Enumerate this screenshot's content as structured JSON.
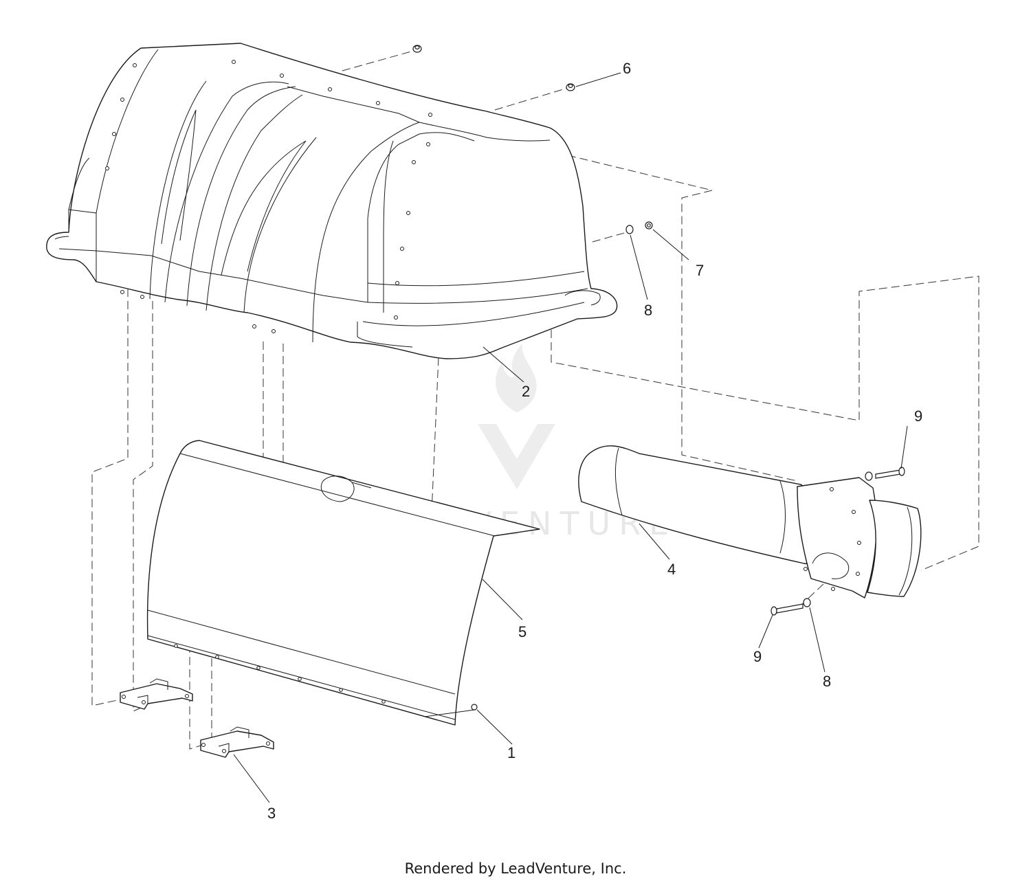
{
  "watermark": {
    "text": "LEADVENTURE"
  },
  "footer": {
    "text": "Rendered by LeadVenture, Inc."
  },
  "callouts": [
    {
      "id": "1",
      "label": "1"
    },
    {
      "id": "2",
      "label": "2"
    },
    {
      "id": "3",
      "label": "3"
    },
    {
      "id": "4",
      "label": "4"
    },
    {
      "id": "5",
      "label": "5"
    },
    {
      "id": "6",
      "label": "6"
    },
    {
      "id": "7",
      "label": "7"
    },
    {
      "id": "8a",
      "label": "8"
    },
    {
      "id": "8b",
      "label": "8"
    },
    {
      "id": "9a",
      "label": "9"
    },
    {
      "id": "9b",
      "label": "9"
    }
  ]
}
